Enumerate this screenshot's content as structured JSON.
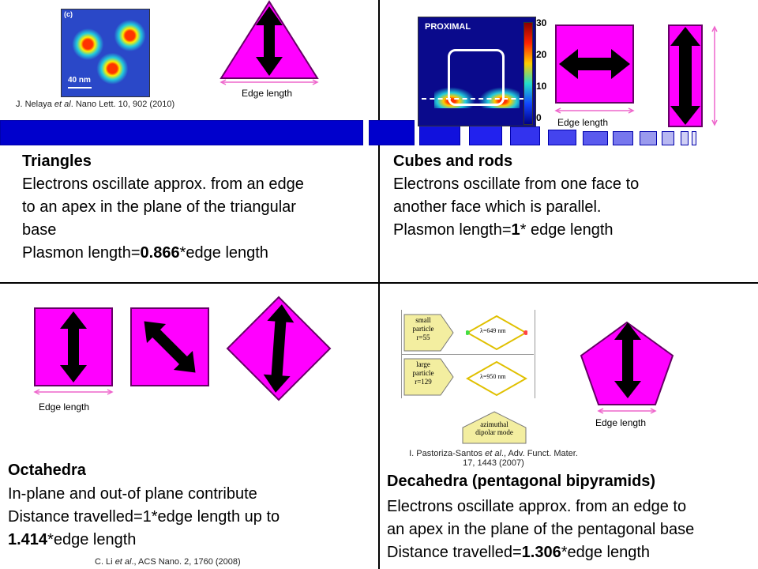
{
  "quadrants": {
    "triangles": {
      "title": "Triangles",
      "line1": "Electrons oscillate approx. from an edge",
      "line2": "to an apex in the plane of the triangular",
      "line3": "base",
      "line4_prefix": "Plasmon length=",
      "line4_value": "0.866",
      "line4_suffix": "*edge  length",
      "edge_label": "Edge length",
      "citation_author": "J. Nelaya ",
      "citation_etal": "et al",
      "citation_rest": ". Nano Lett. 10, 902 (2010)",
      "inset_scale": "40 nm",
      "inset_panel": "(c)"
    },
    "cubes": {
      "title": "Cubes and rods",
      "line1": "Electrons oscillate from one face to",
      "line2": "another face which is parallel.",
      "line3_prefix": "Plasmon length=",
      "line3_value": "1",
      "line3_suffix": "* edge length",
      "edge_label": "Edge length",
      "inset_label": "PROXIMAL",
      "colorbar_ticks": [
        "30",
        "20",
        "10",
        "0"
      ]
    },
    "octahedra": {
      "title": "Octahedra",
      "line1": "In-plane and out-of plane contribute",
      "line2": "Distance travelled=1*edge length up to",
      "line3_value": "1.414",
      "line3_suffix": "*edge length",
      "edge_label": "Edge length",
      "citation_author": "C. Li ",
      "citation_etal": "et al",
      "citation_rest": "., ACS Nano. 2, 1760 (2008)"
    },
    "decahedra": {
      "title": "Decahedra (pentagonal bipyramids)",
      "line1": "Electrons oscillate approx. from an edge to",
      "line2": "an apex in the plane of the pentagonal base",
      "line3_prefix": "Distance travelled=",
      "line3_value": "1.306",
      "line3_suffix": "*edge  length",
      "edge_label": "Edge length",
      "citation_line1_author": "I. Pastoriza-Santos ",
      "citation_line1_etal": "et al",
      "citation_line1_rest": "., Adv. Funct. Mater.",
      "citation_line2": "17, 1443 (2007)",
      "fig_small_label": [
        "small",
        "particle",
        "r=55"
      ],
      "fig_large_label": [
        "large",
        "particle",
        "r=129"
      ],
      "fig_small_lambda": "λ=649 nm",
      "fig_large_lambda": "λ=950 nm",
      "fig_mode_label": [
        "azimuthal",
        "dipolar mode"
      ]
    }
  },
  "colors": {
    "shape_fill": "#ff00ff",
    "shape_stroke": "#660066",
    "arrow": "#000000",
    "edge_marker": "#ee66cc",
    "bar_blue": "#0000cc"
  }
}
